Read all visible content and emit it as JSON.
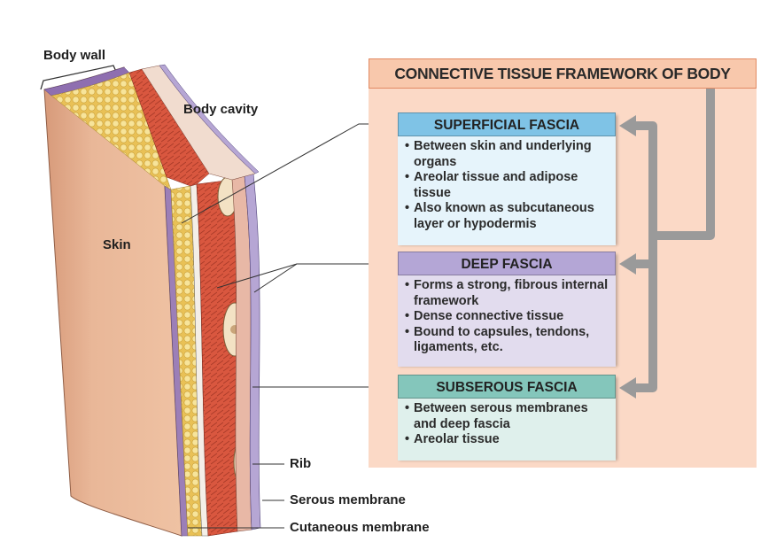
{
  "labels": {
    "body_wall": "Body wall",
    "body_cavity": "Body cavity",
    "skin": "Skin",
    "rib": "Rib",
    "serous_membrane": "Serous membrane",
    "cutaneous_membrane": "Cutaneous membrane"
  },
  "framework": {
    "title": "CONNECTIVE TISSUE FRAMEWORK OF BODY",
    "boxes": [
      {
        "title": "SUPERFICIAL FASCIA",
        "header_color": "#7fc3e6",
        "bullets": [
          "Between skin and underlying organs",
          "Areolar tissue and adipose tissue",
          "Also known as subcutaneous layer or hypodermis"
        ]
      },
      {
        "title": "DEEP FASCIA",
        "header_color": "#b4a6d6",
        "bullets": [
          "Forms a strong, fibrous internal framework",
          "Dense connective tissue",
          "Bound to capsules, tendons, ligaments, etc."
        ]
      },
      {
        "title": "SUBSEROUS FASCIA",
        "header_color": "#84c6bb",
        "bullets": [
          "Between serous membranes and deep fascia",
          "Areolar tissue"
        ]
      }
    ]
  },
  "colors": {
    "skin": "#e9b494",
    "adipose": "#f3d77a",
    "muscle": "#d9593f",
    "panel": "#fbd9c6",
    "arrow": "#9a9a9a"
  }
}
